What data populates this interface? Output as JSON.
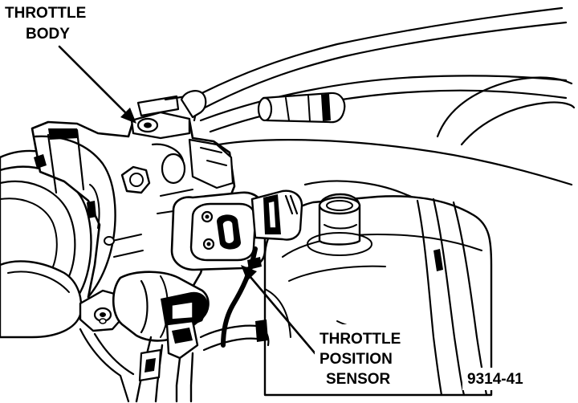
{
  "labels": {
    "throttle_body_line1": "THROTTLE",
    "throttle_body_line2": "BODY",
    "tps_line1": "THROTTLE",
    "tps_line2": "POSITION",
    "tps_line3": "SENSOR",
    "figure_number": "9314-41"
  },
  "colors": {
    "ink": "#000000",
    "paper": "#ffffff"
  }
}
